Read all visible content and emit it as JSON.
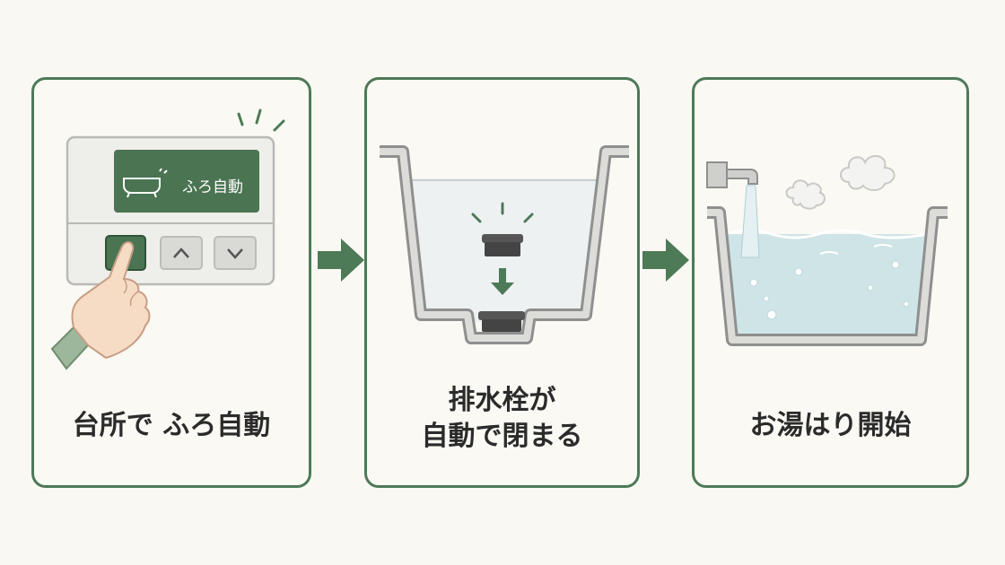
{
  "steps": [
    {
      "caption": "台所で ふろ自動",
      "display_text": "ふろ自動"
    },
    {
      "caption_line1": "排水栓が",
      "caption_line2": "自動で閉まる"
    },
    {
      "caption": "お湯はり開始"
    }
  ],
  "colors": {
    "accent_green": "#4d7a57",
    "display_green": "#4a7452",
    "water": "#cfe4e6",
    "tub_gray": "#9a9a9a"
  },
  "icons": [
    "bath-icon",
    "up-arrow-icon",
    "down-arrow-icon",
    "right-arrow-icon",
    "hand-icon",
    "steam-icon",
    "faucet-icon",
    "drain-plug-icon"
  ]
}
